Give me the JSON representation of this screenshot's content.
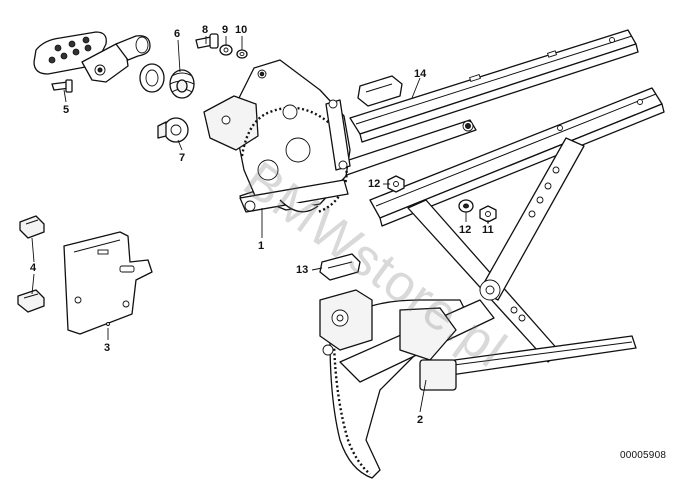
{
  "diagram": {
    "callouts": {
      "p1": "1",
      "p2": "2",
      "p3": "3",
      "p4": "4",
      "p5": "5",
      "p6": "6",
      "p7": "7",
      "p8": "8",
      "p9": "9",
      "p10": "10",
      "p11": "11",
      "p12a": "12",
      "p12b": "12",
      "p13": "13",
      "p14": "14"
    },
    "reference_number": "00005908",
    "watermark": "BMWstore.pl"
  }
}
